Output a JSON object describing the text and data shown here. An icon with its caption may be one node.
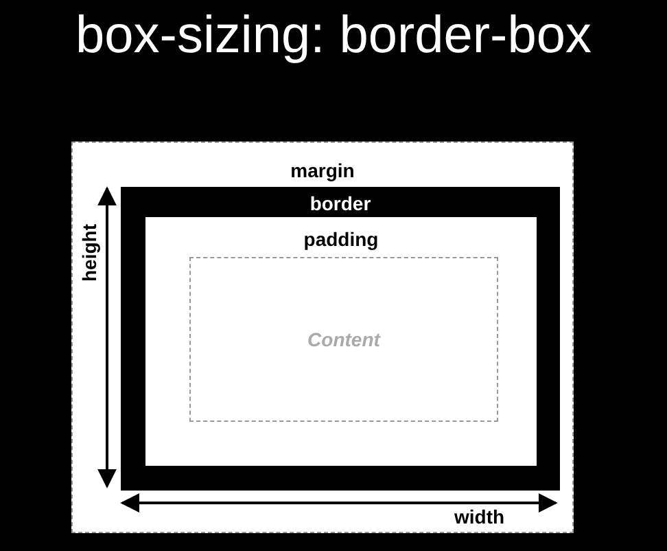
{
  "diagram": {
    "title": "box-sizing: border-box",
    "nodes": [
      {
        "text": [
          "margin"
        ]
      },
      {
        "text": [
          "border"
        ],
        "in": 0
      },
      {
        "text": [
          "padding"
        ],
        "in": 1
      },
      {
        "text": [
          "Content"
        ],
        "in": 2
      }
    ],
    "labels": [
      "height",
      "width"
    ]
  }
}
